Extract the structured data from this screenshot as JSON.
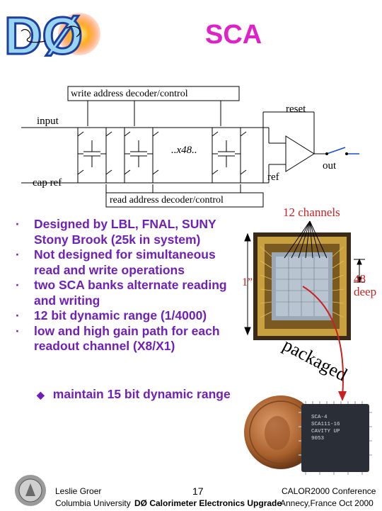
{
  "slide": {
    "title": "SCA",
    "logo_text": "DØ",
    "page_number": "17"
  },
  "diagram": {
    "write_decoder_label": "write address decoder/control",
    "read_decoder_label": "read address decoder/control",
    "input_label": "input",
    "cap_ref_label": "cap ref",
    "reset_label": "reset",
    "ref_label": "ref",
    "out_label": "out",
    "repeat_label": "..x48.."
  },
  "photo_annotations": {
    "channels_label": "12 channels",
    "inch_label": "1”",
    "deep_number": "48",
    "deep_label": "deep",
    "packaged_label": "packaged",
    "chip_marking": [
      "SCA-4",
      "SCA111-16",
      "CAVITY UP",
      "9053"
    ]
  },
  "bullets": [
    "Designed by LBL, FNAL, SUNY Stony Brook (25k in system)",
    "Not designed for simultaneous read and write operations",
    "two SCA banks alternate reading and writing",
    "12 bit dynamic range (1/4000)",
    "low and high gain path for each readout channel (X8/X1)"
  ],
  "sub_bullet": "maintain 15 bit dynamic range",
  "footer": {
    "author": "Leslie Groer",
    "institution": "Columbia University",
    "talk_title": "DØ Calorimeter Electronics Upgrade",
    "conference": "CALOR2000 Conference",
    "location_date": "Annecy,France Oct 2000"
  },
  "colors": {
    "title": "#e020c8",
    "bullet_text": "#7020b8",
    "annotation": "#cc2020"
  }
}
